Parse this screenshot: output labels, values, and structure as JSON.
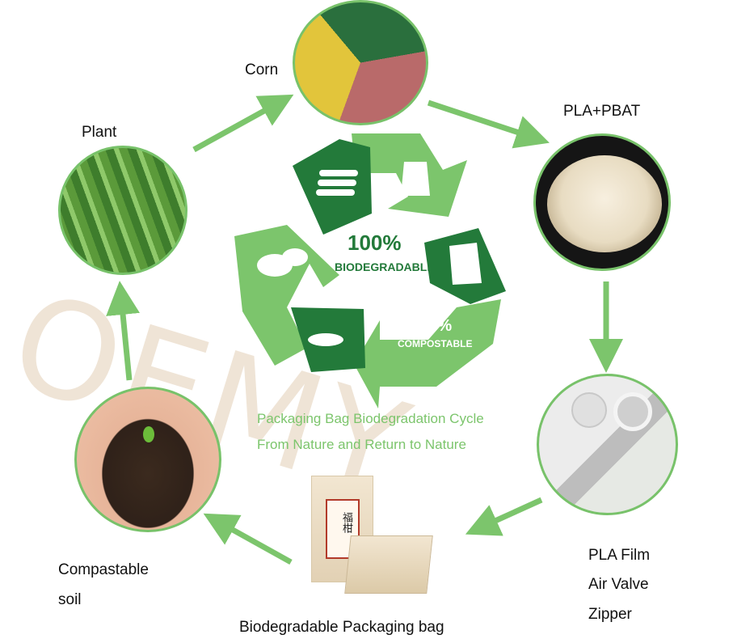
{
  "watermark": "OEMY",
  "nodes": {
    "corn": "Corn",
    "pla_pbat": "PLA+PBAT",
    "plant": "Plant",
    "pla_film": "PLA Film",
    "air_valve": "Air Valve",
    "zipper": "Zipper",
    "soil_line1": "Compastable",
    "soil_line2": "soil",
    "bag": "Biodegradable Packaging bag"
  },
  "center": {
    "badge1_pct": "100%",
    "badge1_word": "BIODEGRADABLE",
    "badge2_pct": "100%",
    "badge2_word": "COMPOSTABLE",
    "caption_line1": "Packaging Bag Biodegradation Cycle",
    "caption_line2": "From Nature and Return to Nature"
  },
  "bag_label": "福柑",
  "colors": {
    "arrow": "#7cc56c",
    "cycle_light": "#7cc56c",
    "cycle_dark": "#237a3a",
    "caption": "#7cc56c"
  },
  "icons": [
    "corn-icon",
    "granules-icon",
    "film-roll-icon",
    "soil-sprout-icon",
    "plant-icon",
    "kraft-bag-icon",
    "recycle-icon"
  ]
}
